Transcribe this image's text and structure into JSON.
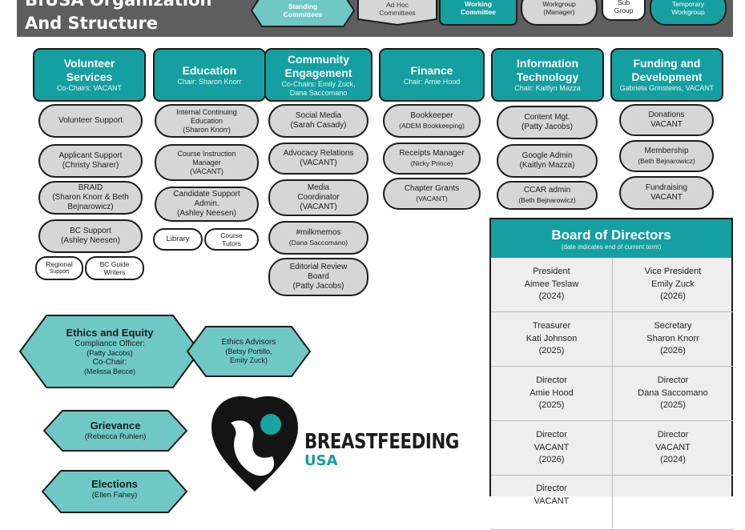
{
  "header": {
    "title_line1": "BfUSA Organization",
    "title_line2": "And Structure",
    "legend": {
      "standing": "Standing Committees",
      "adhoc": "Ad Hoc Committees",
      "working": "Working Committee",
      "workgroup_line1": "Workgroup",
      "workgroup_line2": "(Manager)",
      "subgroup_line1": "Sub",
      "subgroup_line2": "Group",
      "temporary_line1": "Temporary",
      "temporary_line2": "Workgroup"
    }
  },
  "categories": [
    {
      "name1": "Volunteer",
      "name2": "Services",
      "sub1": "Co-Chairs: VACANT",
      "sub2": ""
    },
    {
      "name1": "Education",
      "name2": "",
      "sub1": "Chair: Sharon Knorr",
      "sub2": ""
    },
    {
      "name1": "Community",
      "name2": "Engagement",
      "sub1": "Co-Chairs: Emily Zuck,",
      "sub2": "Dana Saccomano"
    },
    {
      "name1": "Finance",
      "name2": "",
      "sub1": "Chair: Amie Hood",
      "sub2": ""
    },
    {
      "name1": "Information",
      "name2": "Technology",
      "sub1": "Chair: Kaitlyn Mazza",
      "sub2": ""
    },
    {
      "name1": "Funding and",
      "name2": "Development",
      "sub1": "Gabriela Grinsteins, VACANT",
      "sub2": ""
    }
  ],
  "groups": {
    "volunteer": [
      {
        "l1": "Volunteer Support",
        "l2": "",
        "l3": ""
      },
      {
        "l1": "Applicant Support",
        "l2": "(Christy Sharer)",
        "l3": ""
      },
      {
        "l1": "BRAID",
        "l2": "(Sharon Knorr & Beth",
        "l3": "Bejnarowicz)"
      },
      {
        "l1": "BC Support",
        "l2": "(Ashley Neesen)",
        "l3": ""
      }
    ],
    "volunteer_sub": [
      {
        "l1": "Regional",
        "l2": "Support"
      },
      {
        "l1": "BC Guide",
        "l2": "Writers"
      }
    ],
    "education": [
      {
        "l1": "Internal Continuing",
        "l2": "Education",
        "l3": "(Sharon Knorr)"
      },
      {
        "l1": "Course Instruction",
        "l2": "Manager",
        "l3": "(VACANT)"
      },
      {
        "l1": "Candidate Support",
        "l2": "Admin.",
        "l3": "(Ashley Neesen)"
      }
    ],
    "education_sub": [
      {
        "l1": "Library",
        "l2": ""
      },
      {
        "l1": "Course",
        "l2": "Tutors"
      }
    ],
    "community": [
      {
        "l1": "Social Media",
        "l2": "(Sarah Casady)",
        "l3": ""
      },
      {
        "l1": "Advocacy Relations",
        "l2": "(VACANT)",
        "l3": ""
      },
      {
        "l1": "Media",
        "l2": "Coordinator",
        "l3": "(VACANT)"
      },
      {
        "l1": "#milkmemos",
        "l2": "(Dana Saccomano)",
        "l3": ""
      },
      {
        "l1": "Editorial Review",
        "l2": "Board",
        "l3": "(Patty Jacobs)"
      }
    ],
    "finance": [
      {
        "l1": "Bookkeeper",
        "l2": "(ADEM Bookkeeping)",
        "l3": ""
      },
      {
        "l1": "Receipts Manager",
        "l2": "(Nicky Prince)",
        "l3": ""
      },
      {
        "l1": "Chapter Grants",
        "l2": "(VACANT)",
        "l3": ""
      }
    ],
    "it": [
      {
        "l1": "Content Mgt.",
        "l2": "(Patty Jacobs)",
        "l3": ""
      },
      {
        "l1": "Google Admin",
        "l2": "(Kaitlyn Mazza)",
        "l3": ""
      },
      {
        "l1": "CCAR admin",
        "l2": "(Beth Bejnarowicz)",
        "l3": ""
      }
    ],
    "funding": [
      {
        "l1": "Donations",
        "l2": "VACANT",
        "l3": ""
      },
      {
        "l1": "Membership",
        "l2": "(Beth Bejnarowicz)",
        "l3": ""
      },
      {
        "l1": "Fundraising",
        "l2": "VACANT",
        "l3": ""
      }
    ]
  },
  "standing": {
    "ethics": {
      "title": "Ethics and Equity",
      "l1": "Compliance Officer:",
      "l2": "(Patty Jacobs)",
      "l3": "Co-Chair:",
      "l4": "(Melissa Becce)"
    },
    "ethics_adv": {
      "l1": "Ethics Advisors",
      "l2": "(Betsy Portillo,",
      "l3": "Emily Zuck)"
    },
    "grievance": {
      "title": "Grievance",
      "l1": "(Rebecca Ruhlen)"
    },
    "elections": {
      "title": "Elections",
      "l1": "(Ellen Fahey)"
    }
  },
  "logo": {
    "line1": "BREASTFEEDING",
    "line2": "USA"
  },
  "board": {
    "title": "Board of Directors",
    "subtitle": "(date indicates end of current term)",
    "members": [
      {
        "role": "President",
        "name": "Aimee Teslaw",
        "term": "(2024)"
      },
      {
        "role": "Vice President",
        "name": "Emily Zuck",
        "term": "(2026)"
      },
      {
        "role": "Treasurer",
        "name": "Kati Johnson",
        "term": "(2025)"
      },
      {
        "role": "Secretary",
        "name": "Sharon Knorr",
        "term": "(2026)"
      },
      {
        "role": "Director",
        "name": "Amie Hood",
        "term": "(2025)"
      },
      {
        "role": "Director",
        "name": "Dana Saccomano",
        "term": "(2025)"
      },
      {
        "role": "Director",
        "name": "VACANT",
        "term": "(2026)"
      },
      {
        "role": "Director",
        "name": "VACANT",
        "term": "(2024)"
      },
      {
        "role": "Director",
        "name": "VACANT",
        "term": ""
      },
      {
        "role": "",
        "name": "",
        "term": ""
      }
    ]
  },
  "colors": {
    "teal": "#159fa0",
    "light_teal": "#6fc8c6",
    "gray_pill": "#d6d6d6",
    "header": "#5e5e5e"
  }
}
